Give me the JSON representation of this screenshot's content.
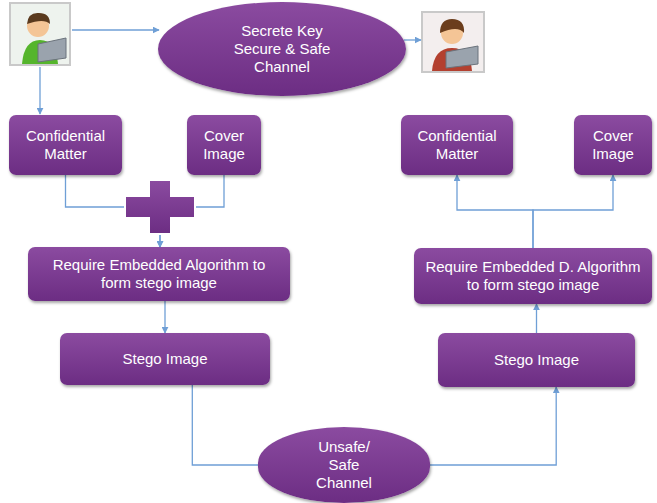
{
  "diagram": {
    "nodes": [
      {
        "text": [
          "Secrete Key Secure & Safe Channel"
        ]
      },
      {
        "text": [
          "Confidential Matter"
        ]
      },
      {
        "text": [
          "Cover Image"
        ]
      },
      {
        "text": [
          "Confidential Matter"
        ]
      },
      {
        "text": [
          "Cover Image"
        ]
      },
      {
        "text": [
          "Require Embedded Algorithm to form stego image"
        ]
      },
      {
        "text": [
          "Require Embedded D. Algorithm to form stego image"
        ]
      },
      {
        "text": [
          "Stego Image"
        ]
      },
      {
        "text": [
          "Stego Image"
        ]
      },
      {
        "text": [
          "Unsafe/ Safe Channel"
        ]
      }
    ],
    "edges": [
      {
        "from": 1,
        "to": 5,
        "arrow": "to"
      },
      {
        "from": 2,
        "to": 5,
        "arrow": "to"
      },
      {
        "from": 5,
        "to": 7,
        "arrow": "to"
      },
      {
        "from": 7,
        "to": 9,
        "arrow": "none"
      },
      {
        "from": 9,
        "to": 8,
        "arrow": "to"
      },
      {
        "from": 8,
        "to": 6,
        "arrow": "to"
      },
      {
        "from": 6,
        "to": 3,
        "arrow": "to"
      },
      {
        "from": 6,
        "to": 4,
        "arrow": "to"
      }
    ]
  }
}
